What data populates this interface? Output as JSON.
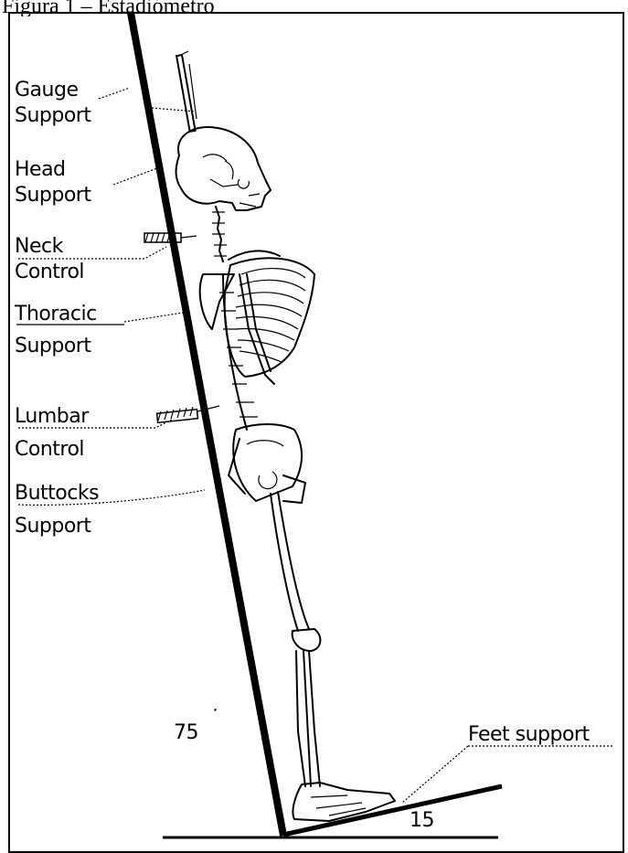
{
  "caption": "Figura 1 – Estadiómetro",
  "labels": {
    "gauge_1": "Gauge",
    "gauge_2": "Support",
    "head_1": "Head",
    "head_2": "Support",
    "neck_1": "Neck",
    "neck_2": "Control",
    "thoracic_1": "Thoracic",
    "thoracic_2": "Support",
    "lumbar_1": "Lumbar",
    "lumbar_2": "Control",
    "buttocks_1": "Buttocks",
    "buttocks_2": "Support",
    "feet": "Feet support",
    "angle_75": "75",
    "angle_15": "15"
  }
}
